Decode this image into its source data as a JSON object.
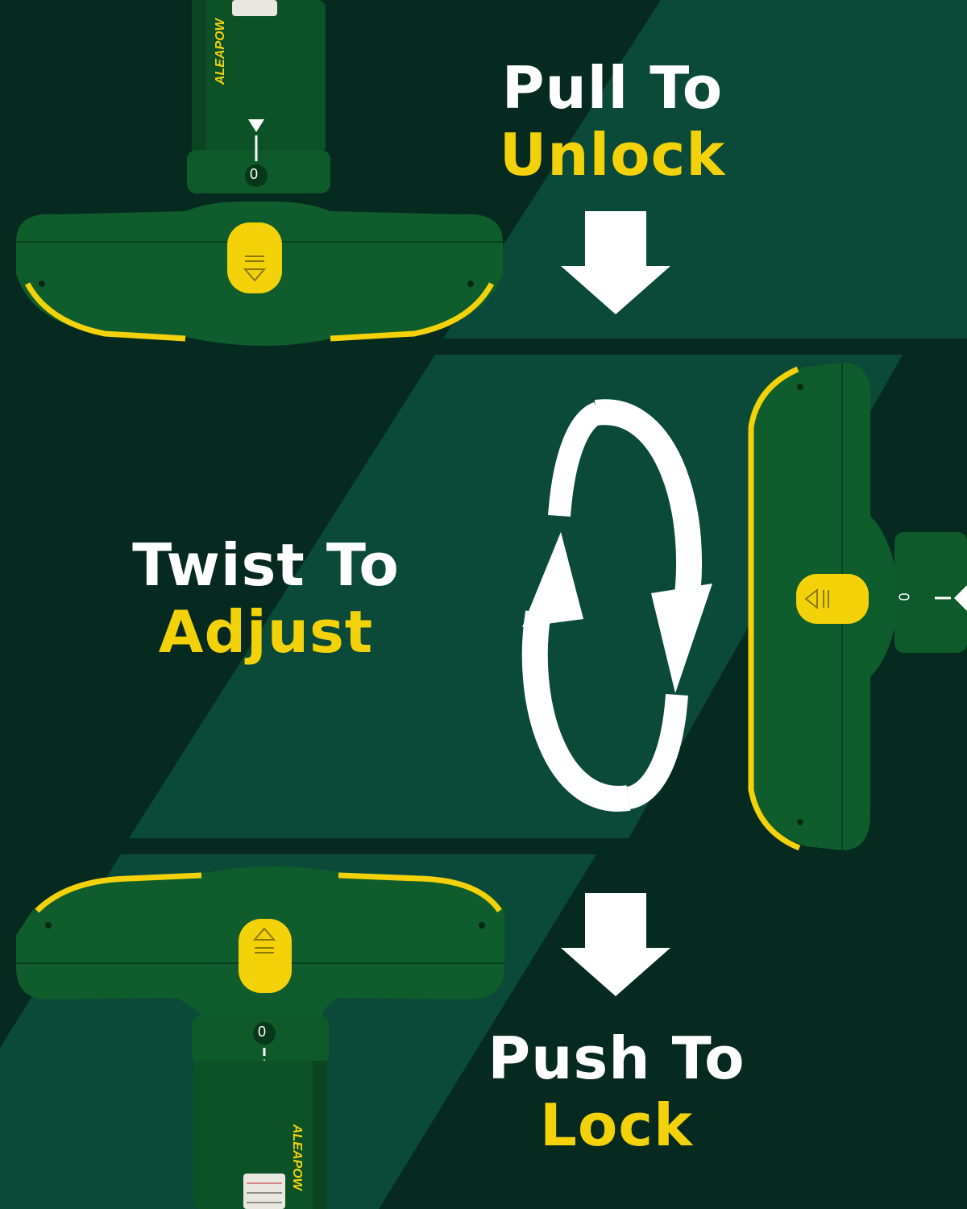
{
  "colors": {
    "dark_bg": "#062a20",
    "band_green": "#0b4a39",
    "tool_green": "#0f5c2c",
    "accent_yellow": "#f4d20a",
    "white": "#ffffff"
  },
  "steps": [
    {
      "line1": "Pull To",
      "line2": "Unlock"
    },
    {
      "line1": "Twist To",
      "line2": "Adjust"
    },
    {
      "line1": "Push To",
      "line2": "Lock"
    }
  ],
  "brand": "ALEAPOW",
  "dial_zero": "0",
  "icons": {
    "arrow_down": "arrow-down-icon",
    "rotate": "rotate-cycle-icon"
  }
}
